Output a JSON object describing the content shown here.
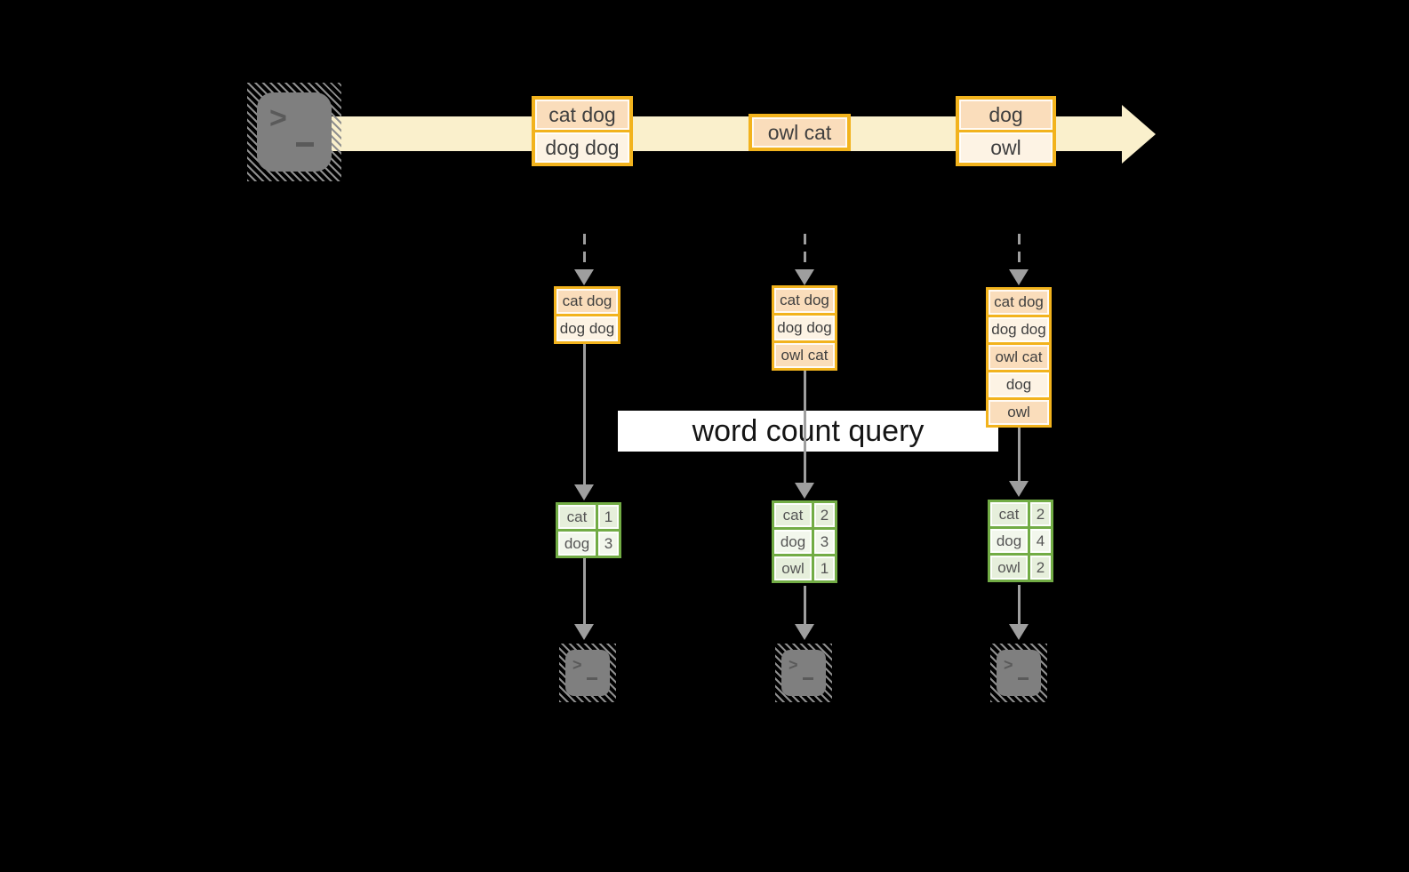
{
  "banner": {
    "label": "word count query"
  },
  "stream": {
    "events": [
      {
        "lines": [
          "cat dog",
          "dog dog"
        ]
      },
      {
        "lines": [
          "owl cat"
        ]
      },
      {
        "lines": [
          "dog",
          "owl"
        ]
      }
    ]
  },
  "columns": [
    {
      "buffer": [
        "cat dog",
        "dog dog"
      ],
      "counts": [
        {
          "word": "cat",
          "count": "1"
        },
        {
          "word": "dog",
          "count": "3"
        }
      ]
    },
    {
      "buffer": [
        "cat dog",
        "dog dog",
        "owl cat"
      ],
      "counts": [
        {
          "word": "cat",
          "count": "2"
        },
        {
          "word": "dog",
          "count": "3"
        },
        {
          "word": "owl",
          "count": "1"
        }
      ]
    },
    {
      "buffer": [
        "cat dog",
        "dog dog",
        "owl cat",
        "dog",
        "owl"
      ],
      "counts": [
        {
          "word": "cat",
          "count": "2"
        },
        {
          "word": "dog",
          "count": "4"
        },
        {
          "word": "owl",
          "count": "2"
        }
      ]
    }
  ],
  "icons": {
    "source_terminal": "terminal-prompt",
    "output_terminals": [
      "terminal-prompt",
      "terminal-prompt",
      "terminal-prompt"
    ]
  },
  "colors": {
    "background": "#000000",
    "stream_band": "#FAF0CC",
    "amber_border": "#F2B31D",
    "peach_fill": "#FADDBB",
    "cream_fill": "#FDF3E4",
    "green_border": "#72AC45",
    "green_cell_dark": "#E6EFDB",
    "green_cell_light": "#F2F7EC",
    "arrow_gray": "#9E9E9E",
    "terminal_gray": "#7F7F7F",
    "banner_bg": "#FFFFFF"
  }
}
